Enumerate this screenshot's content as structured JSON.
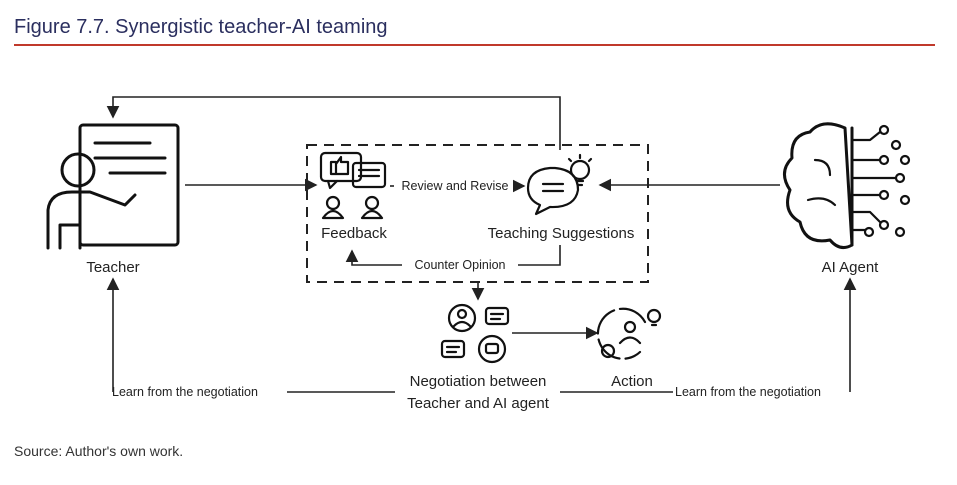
{
  "figure": {
    "title": "Figure 7.7. Synergistic teacher-AI teaming",
    "source": "Source: Author's own work.",
    "colors": {
      "title": "#2b2f5f",
      "rule": "#c0392b"
    }
  },
  "nodes": {
    "teacher": "Teacher",
    "ai_agent": "AI Agent",
    "feedback": "Feedback",
    "teaching_suggestions": "Teaching Suggestions",
    "negotiation_line1": "Negotiation between",
    "negotiation_line2": "Teacher and AI agent",
    "action": "Action"
  },
  "edges": {
    "review_revise": "Review and Revise",
    "counter_opinion": "Counter Opinion",
    "learn_left": "Learn from the negotiation",
    "learn_right": "Learn from the negotiation"
  }
}
